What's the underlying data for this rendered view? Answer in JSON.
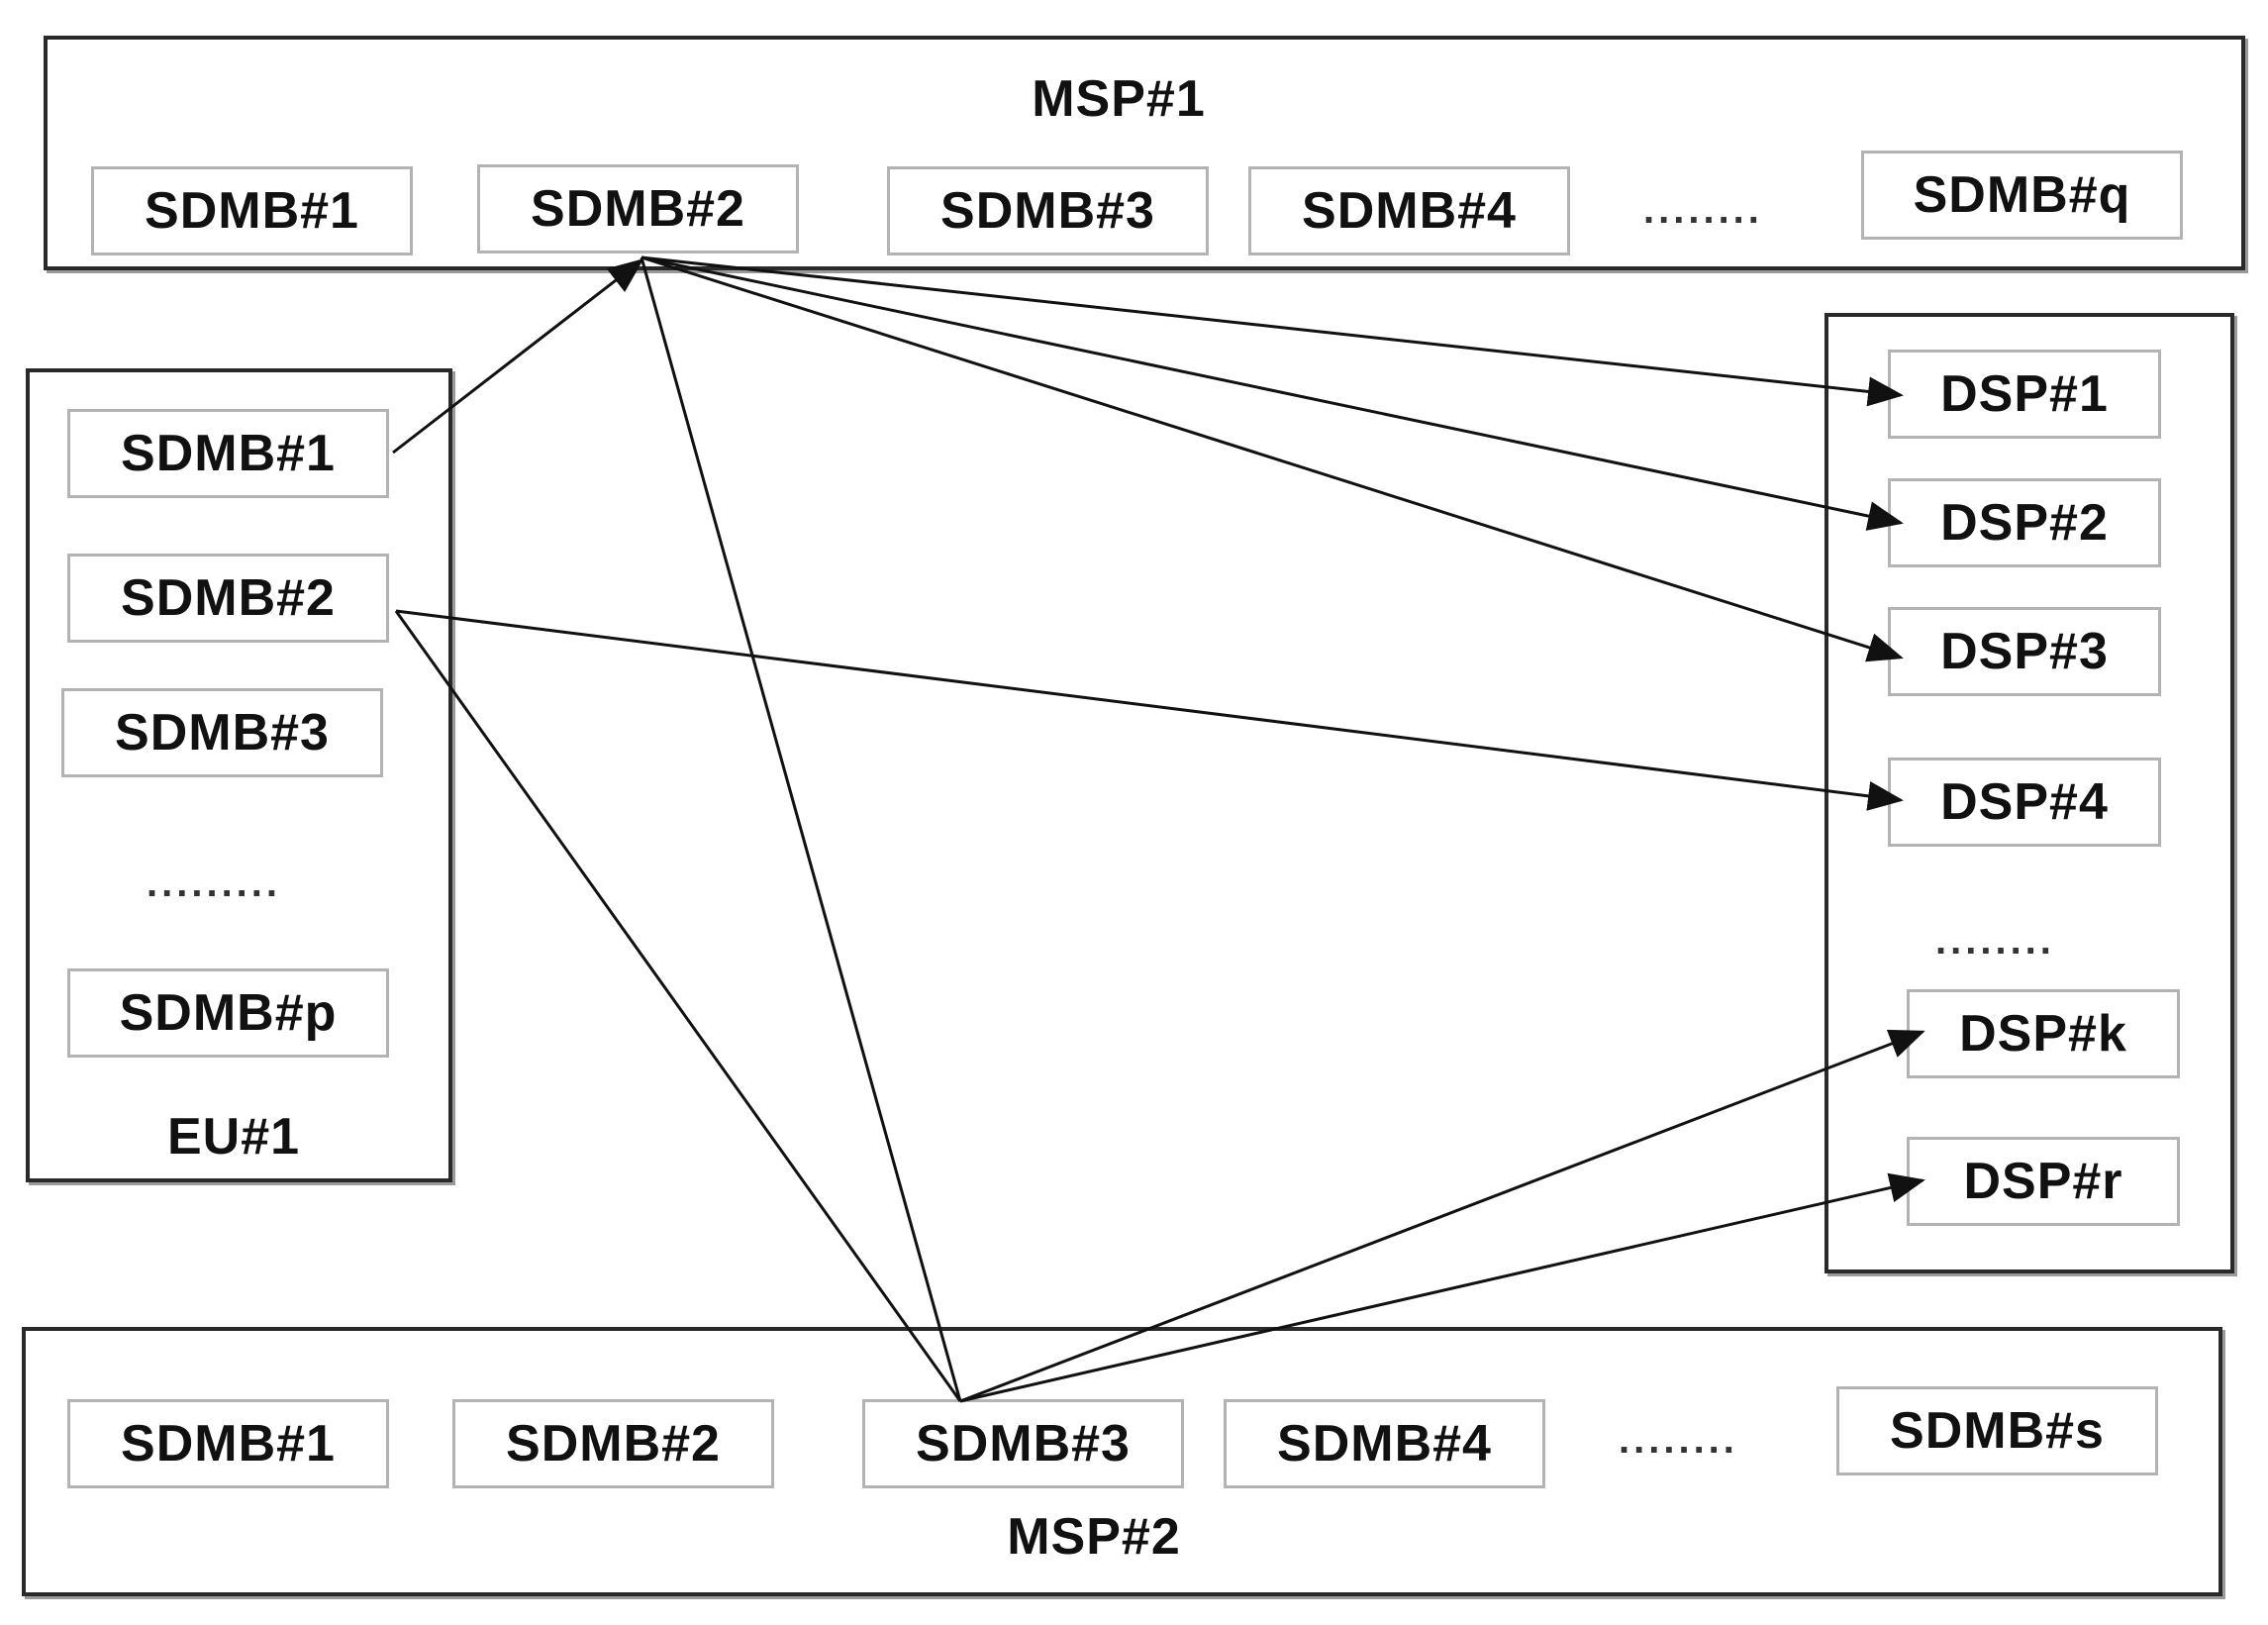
{
  "msp1": {
    "title": "MSP#1",
    "items": [
      "SDMB#1",
      "SDMB#2",
      "SDMB#3",
      "SDMB#4",
      "SDMB#q"
    ],
    "ellipsis": "........"
  },
  "eu1": {
    "title": "EU#1",
    "items": [
      "SDMB#1",
      "SDMB#2",
      "SDMB#3",
      "SDMB#p"
    ],
    "ellipsis": "........."
  },
  "dsp": {
    "items": [
      "DSP#1",
      "DSP#2",
      "DSP#3",
      "DSP#4",
      "DSP#k",
      "DSP#r"
    ],
    "ellipsis": "........"
  },
  "msp2": {
    "title": "MSP#2",
    "items": [
      "SDMB#1",
      "SDMB#2",
      "SDMB#3",
      "SDMB#4",
      "SDMB#s"
    ],
    "ellipsis": "........"
  },
  "connections": [
    {
      "from": "eu1-sdmb-1",
      "to": "msp1-sdmb-2"
    },
    {
      "from": "msp1-sdmb-2",
      "to": "dsp-1"
    },
    {
      "from": "msp1-sdmb-2",
      "to": "dsp-2"
    },
    {
      "from": "msp1-sdmb-2",
      "to": "dsp-3"
    },
    {
      "from": "eu1-sdmb-2",
      "to": "dsp-4"
    },
    {
      "from": "eu1-sdmb-2",
      "to": "msp2-sdmb-3"
    },
    {
      "from": "msp2-sdmb-3",
      "to": "msp1-sdmb-2"
    },
    {
      "from": "msp2-sdmb-3",
      "to": "dsp-k"
    },
    {
      "from": "msp2-sdmb-3",
      "to": "dsp-r"
    }
  ]
}
